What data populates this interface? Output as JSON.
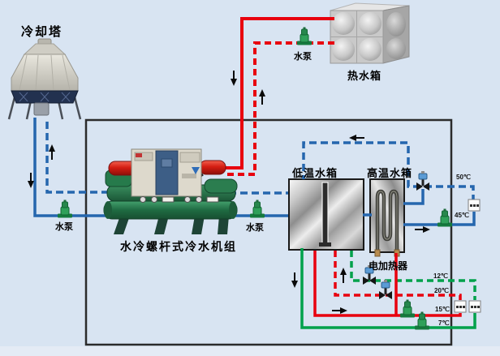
{
  "diagram": {
    "labels": {
      "cooling_tower": "冷却塔",
      "hot_water_tank": "热水箱",
      "chiller": "水冷螺杆式冷水机组",
      "low_temp_tank": "低温水箱",
      "high_temp_tank": "高温水箱",
      "electric_heater": "电加热器",
      "water_pump": "水泵"
    },
    "temperatures": {
      "t50": "50℃",
      "t45": "45℃",
      "t12": "12℃",
      "t20": "20℃",
      "t15": "15℃",
      "t7": "7℃"
    },
    "colors": {
      "hot_pipe_red": "#e8000e",
      "cooling_pipe_blue": "#2566ae",
      "chilled_pipe_green": "#00a14b",
      "background": "#d8e4f2",
      "boundary": "#2b2b2b",
      "pump_green": "#2fa05a",
      "valve_actuator_blue": "#5b9bd5"
    },
    "icons": [
      "water-pump-icon",
      "motorized-valve-icon",
      "three-way-valve-icon",
      "load-unit-icon",
      "flow-arrow-icon"
    ]
  }
}
